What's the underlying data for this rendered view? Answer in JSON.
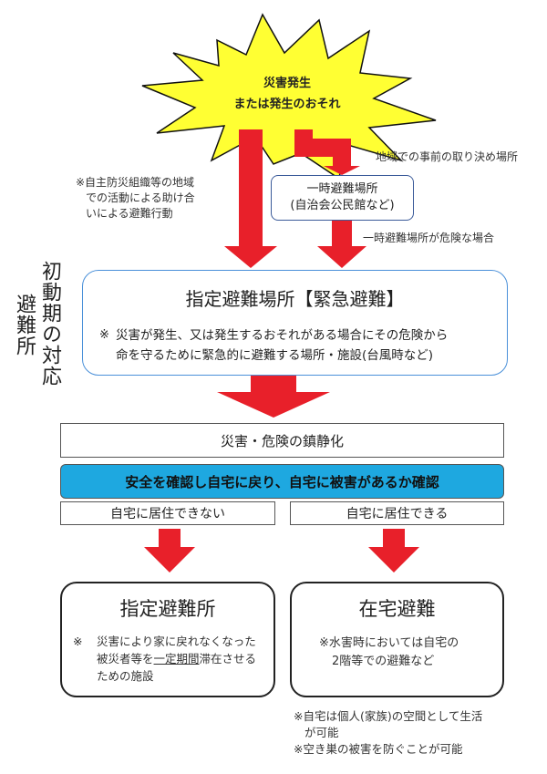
{
  "disaster": {
    "line1": "災害発生",
    "line2": "または発生のおそれ"
  },
  "notes": {
    "left": [
      "※自主防災組織等の地域",
      "での活動による助け合",
      "いによる避難行動"
    ],
    "prearranged": "地域での事前の取り決め場所",
    "danger": "一時避難場所が危険な場合"
  },
  "temp_site": {
    "title": "一時避難場所",
    "sub": "(自治会公民館など)"
  },
  "vertical_label": {
    "col1": "初動期の対応",
    "col2": "避難所"
  },
  "emergency": {
    "title": "指定避難場所【緊急避難】",
    "mark": "※",
    "line1": "災害が発生、又は発生するおそれがある場合にその危険から",
    "line2": "命を守るために緊急的に避難する場所・施設(台風時など)"
  },
  "calm": "災害・危険の鎮静化",
  "confirm": "安全を確認し自宅に戻り、自宅に被害があるか確認",
  "branch": {
    "cannot": "自宅に居住できない",
    "can": "自宅に居住できる"
  },
  "shelter": {
    "title": "指定避難所",
    "mark": "※",
    "line1": "災害により家に戻れなくなった",
    "line2_pre": "被災者等を",
    "line2_ul": "一定期間",
    "line2_post": "滞在させる",
    "line3": "ための施設"
  },
  "home": {
    "title": "在宅避難",
    "line1": "※水害時においては自宅の",
    "line2": "2階等での避難など"
  },
  "footer": {
    "line1": "※自宅は個人(家族)の空間として生活",
    "line2": "が可能",
    "line3": "※空き巣の被害を防ぐことが可能"
  },
  "colors": {
    "arrow_red": "#e8202a",
    "burst_yellow": "#ffff33",
    "confirm_blue": "#1ea8e0",
    "emergency_border": "#4a90d9"
  }
}
